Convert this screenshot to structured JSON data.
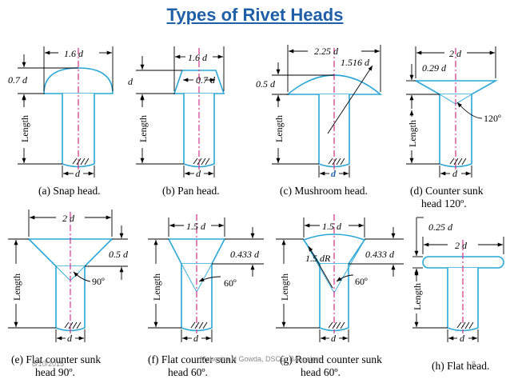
{
  "title": "Types of Rivet Heads",
  "footer": {
    "date": "8/10/2015",
    "author": "Mahesha N Gowda, DSCE, Bangalore",
    "page": "8"
  },
  "rivets": [
    {
      "caption_line1": "(a) Snap head.",
      "caption_line2": "",
      "labels": [
        "1.6 d",
        "0.7 d",
        "d",
        "Length"
      ]
    },
    {
      "caption_line1": "(b) Pan head.",
      "caption_line2": "",
      "labels": [
        "1.6 d",
        "0.7 d",
        "d",
        "d",
        "Length"
      ]
    },
    {
      "caption_line1": "(c) Mushroom head.",
      "caption_line2": "",
      "labels": [
        "2.25 d",
        "1.516 d",
        "0.5 d",
        "d",
        "Length"
      ]
    },
    {
      "caption_line1": "(d) Counter sunk",
      "caption_line2": "head 120º.",
      "labels": [
        "2 d",
        "0.29 d",
        "120º",
        "d",
        "Length"
      ]
    },
    {
      "caption_line1": "(e) Flat counter sunk",
      "caption_line2": "head 90º.",
      "labels": [
        "2 d",
        "0.5 d",
        "90º",
        "d",
        "Length"
      ]
    },
    {
      "caption_line1": "(f) Flat counter sunk",
      "caption_line2": "head 60º.",
      "labels": [
        "1.5 d",
        "0.433 d",
        "60º",
        "d",
        "Length"
      ]
    },
    {
      "caption_line1": "(g) Round counter sunk",
      "caption_line2": "head 60º.",
      "labels": [
        "1.5 d",
        "1.5 dR",
        "0.433 d",
        "60º",
        "d",
        "Length"
      ]
    },
    {
      "caption_line1": "(h) Flat head.",
      "caption_line2": "",
      "labels": [
        "0.25 d",
        "2 d",
        "d",
        "Length"
      ]
    }
  ]
}
